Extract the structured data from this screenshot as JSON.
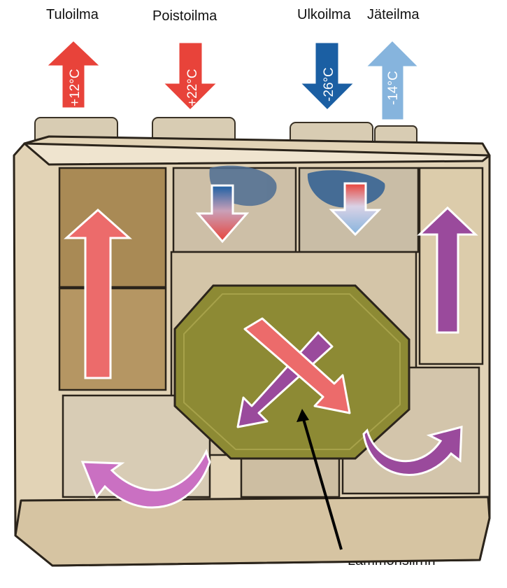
{
  "labels": {
    "supply_air": "Tuloilma",
    "exhaust_air": "Poistoilma",
    "outdoor_air": "Ulkoilma",
    "waste_air": "Jäteilma",
    "heat_exchanger": "Lämmönsiirrin"
  },
  "temperatures": {
    "supply_air": "+12°C",
    "exhaust_air": "+22°C",
    "outdoor_air": "-26°C",
    "waste_air": "-14°C"
  },
  "colors": {
    "warm_red": "#e8433a",
    "cold_blue": "#1b5fa3",
    "light_blue": "#86b4dd",
    "pink": "#ec6b6b",
    "purple": "#9a4a9c",
    "cabinet": "#e2d3b6",
    "heat_exchanger": "#8d8a34"
  }
}
